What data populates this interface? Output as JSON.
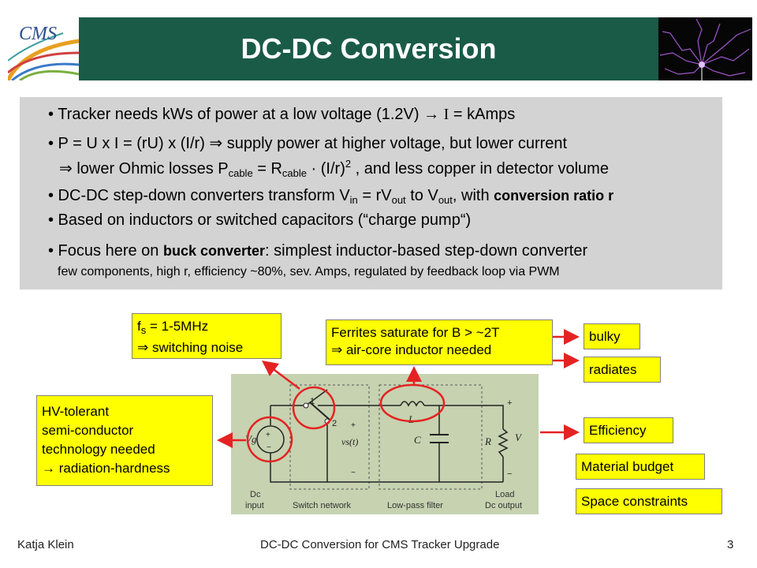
{
  "header": {
    "logo_text": "CMS",
    "title": "DC-DC Conversion"
  },
  "bullets": {
    "b1_a": "• Tracker needs kWs of power at a low voltage (1.2V) → ",
    "b1_sym": "I",
    "b1_b": " = kAmps",
    "b2_line1": "• P = U x I = (rU) x (I/r) ⇒ supply power at higher voltage, but lower current",
    "b2_l2_a": "⇒ lower Ohmic losses P",
    "b2_l2_sub1": "cable",
    "b2_l2_b": " = R",
    "b2_l2_sub2": "cable",
    "b2_l2_c": " · (I/r)",
    "b2_l2_sup": "2",
    "b2_l2_d": " , and less copper in detector volume",
    "b3_a": "• DC-DC step-down converters transform V",
    "b3_sub1": "in",
    "b3_b": " = rV",
    "b3_sub2": "out",
    "b3_c": " to V",
    "b3_sub3": "out",
    "b3_d": ", with ",
    "b3_bold": "conversion ratio r",
    "b4": "• Based on inductors or switched capacitors (“charge pump“)",
    "b5_a": "• Focus here on ",
    "b5_bold": "buck converter",
    "b5_b": ": simplest inductor-based step-down converter",
    "b5_line2": "few components, high r, efficiency ~80%, sev. Amps, regulated by feedback loop via PWM"
  },
  "labels": {
    "fs_a": "f",
    "fs_sub": "s",
    "fs_b": " = 1-5MHz",
    "fs_line2": "⇒ switching noise",
    "ferrite_line1": "Ferrites saturate for B > ~2T",
    "ferrite_line2": "⇒ air-core inductor needed",
    "bulky": "bulky",
    "radiates": "radiates",
    "hv_line1": "HV-tolerant",
    "hv_line2": "semi-conductor",
    "hv_line3": "technology needed",
    "hv_line4": "→ radiation-hardness",
    "efficiency": "Efficiency",
    "material": "Material budget",
    "space": "Space constraints"
  },
  "circuit": {
    "vg_label": "Vg",
    "sw1": "1",
    "sw2": "2",
    "vs_label": "vs(t)",
    "l_label": "L",
    "c_label": "C",
    "r_label": "R",
    "v_label": "V",
    "plus": "+",
    "minus": "−",
    "cap_dc": "Dc",
    "cap_input": "input",
    "cap_switch": "Switch network",
    "cap_lowpass": "Low-pass filter",
    "cap_load": "Load",
    "cap_dcout": "Dc output"
  },
  "footer": {
    "author": "Katja Klein",
    "talk": "DC-DC Conversion for CMS Tracker Upgrade",
    "page": "3"
  },
  "colors": {
    "title_bar": "#1a5b48",
    "bullet_box": "#d3d3d3",
    "label_fill": "#ffff00",
    "arrow": "#e52222",
    "circuit_bg": "#c6d2b0"
  }
}
